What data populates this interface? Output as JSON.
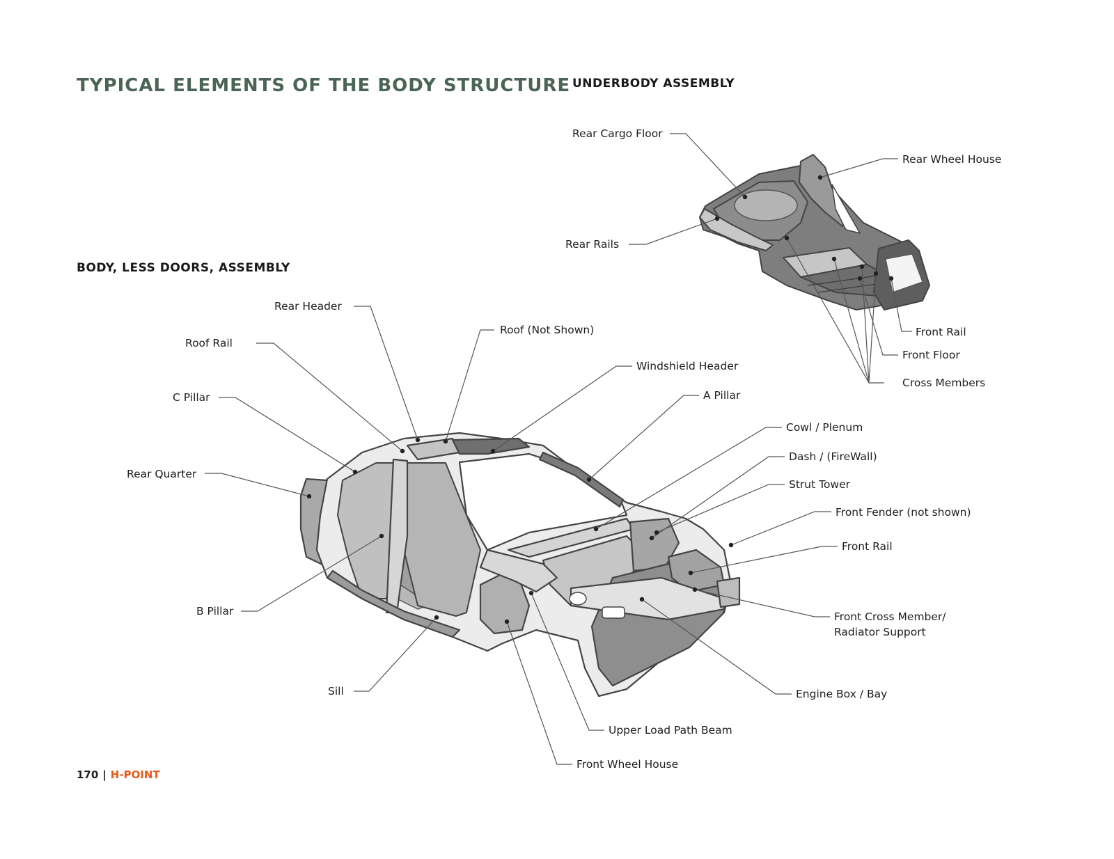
{
  "page": {
    "title": "TYPICAL ELEMENTS OF THE BODY STRUCTURE",
    "footer": {
      "page_number": "170",
      "separator": "|",
      "publication": "H-POINT"
    },
    "colors": {
      "title": "#4a6456",
      "accent": "#e85a1a",
      "part_dark": "#8a8a8a",
      "part_mid": "#a8a8a8",
      "part_light": "#d0d0d0",
      "outline": "#4a4a4a",
      "leader": "#555555"
    }
  },
  "underbody": {
    "heading": "UNDERBODY ASSEMBLY",
    "callouts": [
      {
        "id": "rear-cargo-floor",
        "label": "Rear Cargo Floor"
      },
      {
        "id": "rear-wheel-house",
        "label": "Rear Wheel House"
      },
      {
        "id": "rear-rails",
        "label": "Rear Rails"
      },
      {
        "id": "front-rail",
        "label": "Front Rail"
      },
      {
        "id": "front-floor",
        "label": "Front Floor"
      },
      {
        "id": "cross-members",
        "label": "Cross Members"
      }
    ]
  },
  "body": {
    "heading": "BODY, LESS DOORS, ASSEMBLY",
    "callouts": [
      {
        "id": "rear-header",
        "label": "Rear Header"
      },
      {
        "id": "roof",
        "label": "Roof (Not Shown)"
      },
      {
        "id": "roof-rail",
        "label": "Roof Rail"
      },
      {
        "id": "windshield-header",
        "label": "Windshield Header"
      },
      {
        "id": "c-pillar",
        "label": "C Pillar"
      },
      {
        "id": "a-pillar",
        "label": "A Pillar"
      },
      {
        "id": "cowl-plenum",
        "label": "Cowl / Plenum"
      },
      {
        "id": "dash-firewall",
        "label": "Dash / (FireWall)"
      },
      {
        "id": "rear-quarter",
        "label": "Rear Quarter"
      },
      {
        "id": "strut-tower",
        "label": "Strut Tower"
      },
      {
        "id": "front-fender",
        "label": "Front Fender (not shown)"
      },
      {
        "id": "front-rail",
        "label": "Front Rail"
      },
      {
        "id": "b-pillar",
        "label": "B Pillar"
      },
      {
        "id": "front-cross-member",
        "label": "Front Cross Member/",
        "label2": "Radiator Support"
      },
      {
        "id": "sill",
        "label": "Sill"
      },
      {
        "id": "engine-box",
        "label": "Engine Box / Bay"
      },
      {
        "id": "upper-load-path-beam",
        "label": "Upper Load Path Beam"
      },
      {
        "id": "front-wheel-house",
        "label": "Front Wheel House"
      }
    ]
  }
}
